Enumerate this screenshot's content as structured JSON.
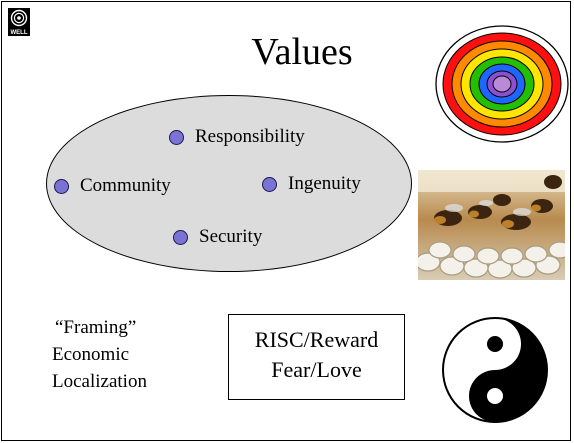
{
  "slide": {
    "title": "Values",
    "logo_text": "WELL",
    "values": [
      {
        "label": "Responsibility"
      },
      {
        "label": "Community"
      },
      {
        "label": "Ingenuity"
      },
      {
        "label": "Security"
      }
    ],
    "framing_lines": [
      "“Framing”",
      "Economic",
      "Localization"
    ],
    "box_lines": [
      "RISC/Reward",
      "Fear/Love"
    ],
    "colors": {
      "bullet": "#7b72d6",
      "oval_fill": "#dcdcdc",
      "target_rings": [
        "#ff1010",
        "#ff8a00",
        "#ffe600",
        "#22c000",
        "#1e66ff",
        "#8b4fd0"
      ]
    },
    "icons": [
      "well-logo-icon",
      "target-icon",
      "bee-photo",
      "yin-yang-icon"
    ]
  }
}
